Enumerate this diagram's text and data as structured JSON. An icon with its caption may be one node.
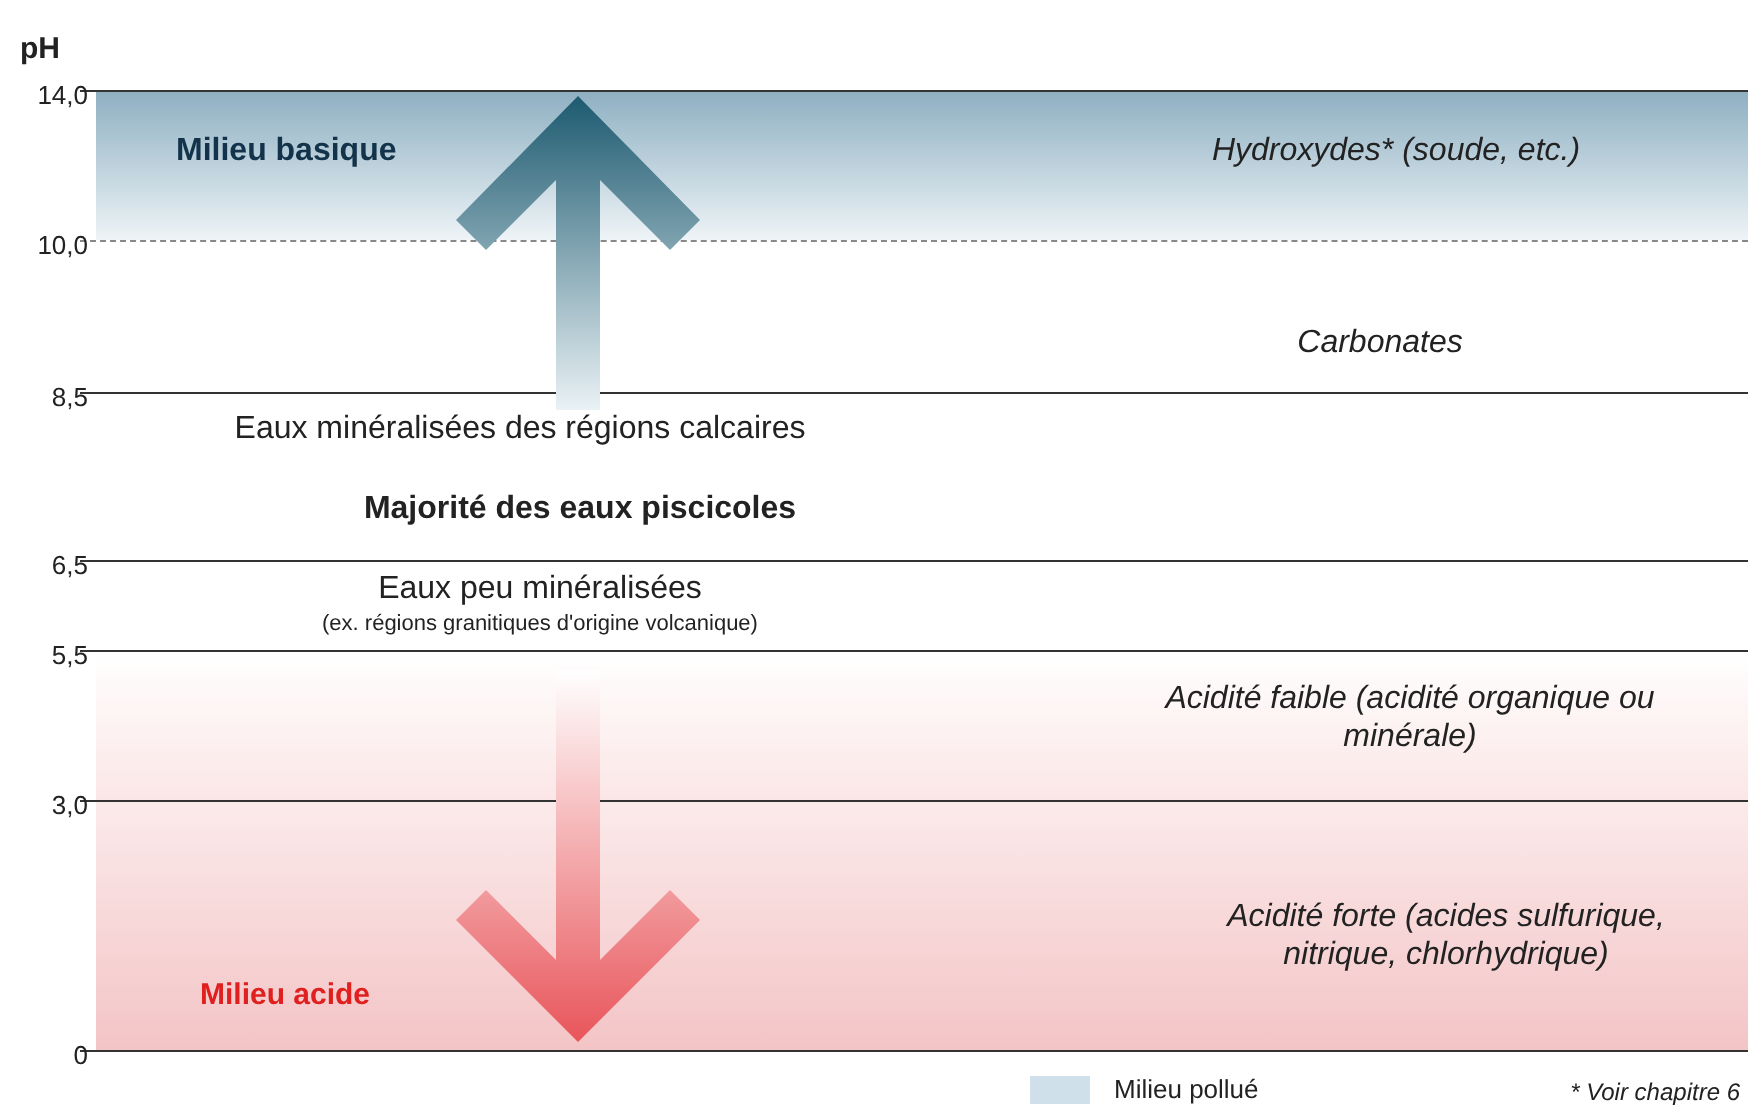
{
  "diagram": {
    "nodes": [
      {
        "text": [
          "Milieu basique",
          "Hydroxydes* (soude, etc.)"
        ]
      },
      {
        "text": [
          "Milieu acide",
          "Acidité forte (acides sulfurique, nitrique, chlorhydrique)"
        ]
      }
    ],
    "edges": [],
    "labels": [
      "pH",
      "14,0",
      "10,0",
      "Carbonates",
      "8,5",
      "Eaux minéralisées des régions calcaires",
      "Majorité des eaux piscicoles",
      "6,5",
      "Eaux peu minéralisées",
      "(ex. régions granitiques d'origine volcanique)",
      "5,5",
      "Acidité faible (acidité organique ou minérale)",
      "3,0",
      "0",
      "* Voir chapitre 6"
    ],
    "legend": [
      {
        "text": "Milieu pollué",
        "color": "#cfe0ea"
      }
    ]
  }
}
